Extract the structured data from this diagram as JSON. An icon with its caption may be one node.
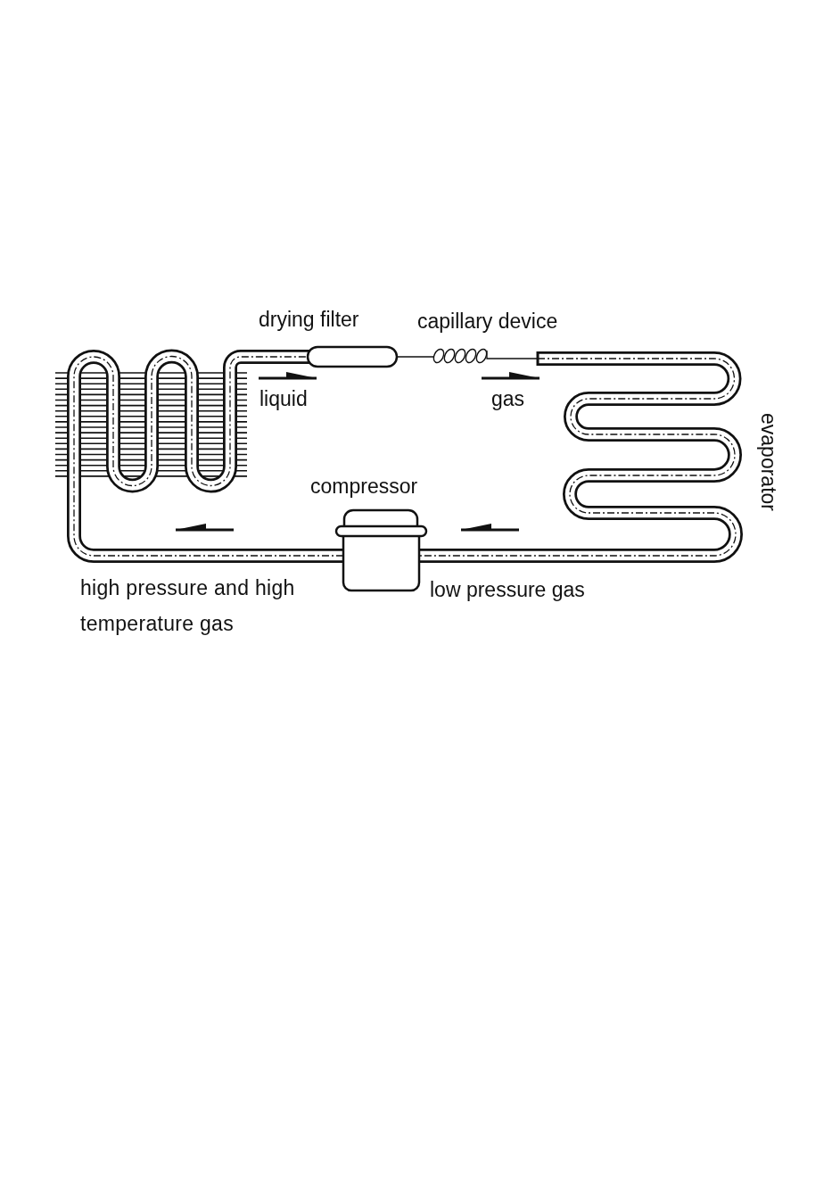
{
  "diagram": {
    "labels": [
      "drying filter",
      "capillary device",
      "liquid",
      "gas",
      "evaporator",
      "compressor",
      "high pressure and high temperature gas",
      "low pressure gas"
    ]
  }
}
